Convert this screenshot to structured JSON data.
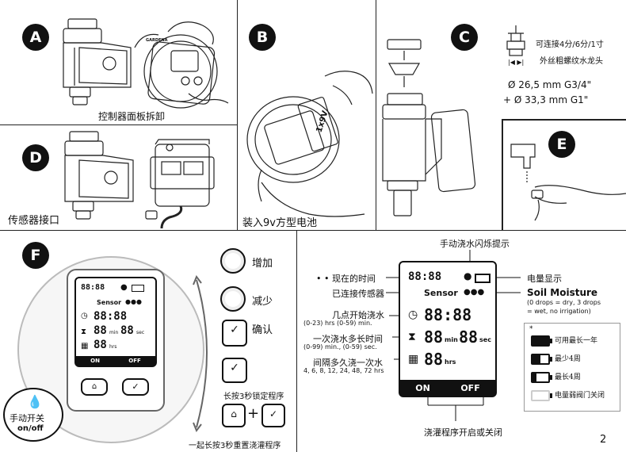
{
  "badges": {
    "a": "A",
    "b": "B",
    "c": "C",
    "d": "D",
    "e": "E",
    "f": "F"
  },
  "panel_a": {
    "caption": "控制器面板拆卸",
    "brand": "GARDENA"
  },
  "panel_b": {
    "caption": "装入9v方型电池",
    "battery": "1x9V"
  },
  "panel_c": {
    "tap_line1": "可连接4分/6分/1寸",
    "tap_line2": "外丝粗螺纹水龙头",
    "size1": "Ø 26,5 mm G3/4\"",
    "size2": "+ Ø 33,3 mm G1\""
  },
  "panel_d": {
    "caption": "传感器接口"
  },
  "panel_f": {
    "increase": "增加",
    "decrease": "减少",
    "confirm": "确认",
    "lock": "长按3秒锁定程序",
    "reset": "一起长按3秒重置浇灌程序",
    "manual_line1": "手动开关",
    "manual_line2": "on/off",
    "device": {
      "time": "88:88",
      "sensor": "Sensor",
      "start": "88:88",
      "dur_min": "88",
      "dur_sec": "88",
      "min_unit": "min",
      "sec_unit": "sec",
      "hrs": "88",
      "hrs_unit": "hrs",
      "on": "ON",
      "off": "OFF"
    }
  },
  "diagram": {
    "top_note": "手动浇水闪烁提示",
    "current_time": "• •  现在的时间",
    "sensor_connected": "已连接传感器",
    "start_time": "几点开始浇水",
    "start_range": "(0-23) hrs (0-59) min.",
    "duration": "一次浇水多长时间",
    "duration_range": "(0-99) min., (0-59) sec.",
    "interval": "间隔多久浇一次水",
    "interval_values": "4, 6, 8, 12, 24, 48, 72 hrs",
    "battery_display": "电量显示",
    "soil_title": "Soil Moisture",
    "soil_desc1": "(0 drops = dry, 3 drops",
    "soil_desc2": "= wet, no irrigation)",
    "bottom_note": "浇灌程序开启或关闭",
    "lcd": {
      "time": "88:88",
      "sensor": "Sensor",
      "start": "88:88",
      "dur_min": "88",
      "min_unit": "min",
      "dur_sec": "88",
      "sec_unit": "sec",
      "hrs": "88",
      "hrs_unit": "hrs",
      "on": "ON",
      "off": "OFF"
    },
    "legend": {
      "star": "*",
      "items": [
        "可用最长一年",
        "最少4周",
        "最长4周",
        "电量弱阀门关闭"
      ]
    }
  },
  "page_number": "2"
}
